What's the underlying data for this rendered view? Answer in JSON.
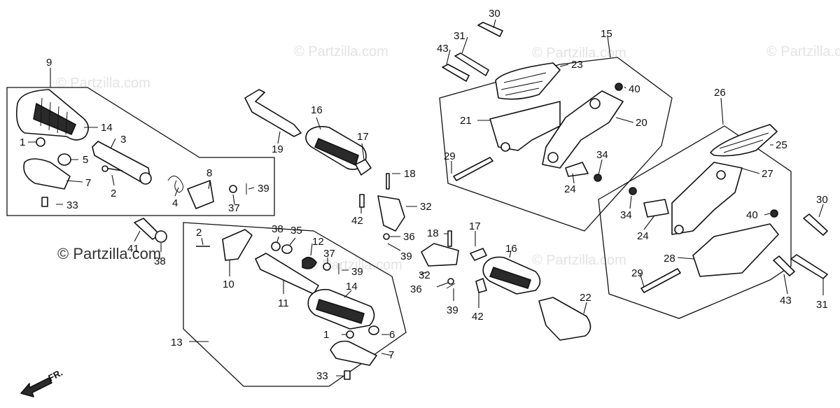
{
  "watermark": "© Partzilla.com",
  "corner_logo": "© Partzilla.com",
  "direction_label": "FR.",
  "callouts": {
    "c9": "9",
    "c14a": "14",
    "c1a": "1",
    "c3": "3",
    "c5": "5",
    "c7a": "7",
    "c2a": "2",
    "c4": "4",
    "c8": "8",
    "c37a": "37",
    "c39a": "39",
    "c33a": "33",
    "c41": "41",
    "c38a": "38",
    "c19": "19",
    "c16a": "16",
    "c17a": "17",
    "c18a": "18",
    "c42a": "42",
    "c32a": "32",
    "c36a": "36",
    "c39b": "39",
    "c2b": "2",
    "c10": "10",
    "c38b": "38",
    "c35": "35",
    "c12": "12",
    "c37b": "37",
    "c39c": "39",
    "c11": "11",
    "c14b": "14",
    "c6": "6",
    "c1b": "1",
    "c7b": "7",
    "c13": "13",
    "c33b": "33",
    "c18b": "18",
    "c17b": "17",
    "c16b": "16",
    "c32b": "32",
    "c36b": "36",
    "c39d": "39",
    "c42b": "42",
    "c22": "22",
    "c30a": "30",
    "c31a": "31",
    "c43a": "43",
    "c15": "15",
    "c23": "23",
    "c40a": "40",
    "c21": "21",
    "c20": "20",
    "c29a": "29",
    "c34a": "34",
    "c24a": "24",
    "c26": "26",
    "c25": "25",
    "c27": "27",
    "c34b": "34",
    "c24b": "24",
    "c40b": "40",
    "c30b": "30",
    "c28": "28",
    "c29b": "29",
    "c43b": "43",
    "c31b": "31"
  }
}
